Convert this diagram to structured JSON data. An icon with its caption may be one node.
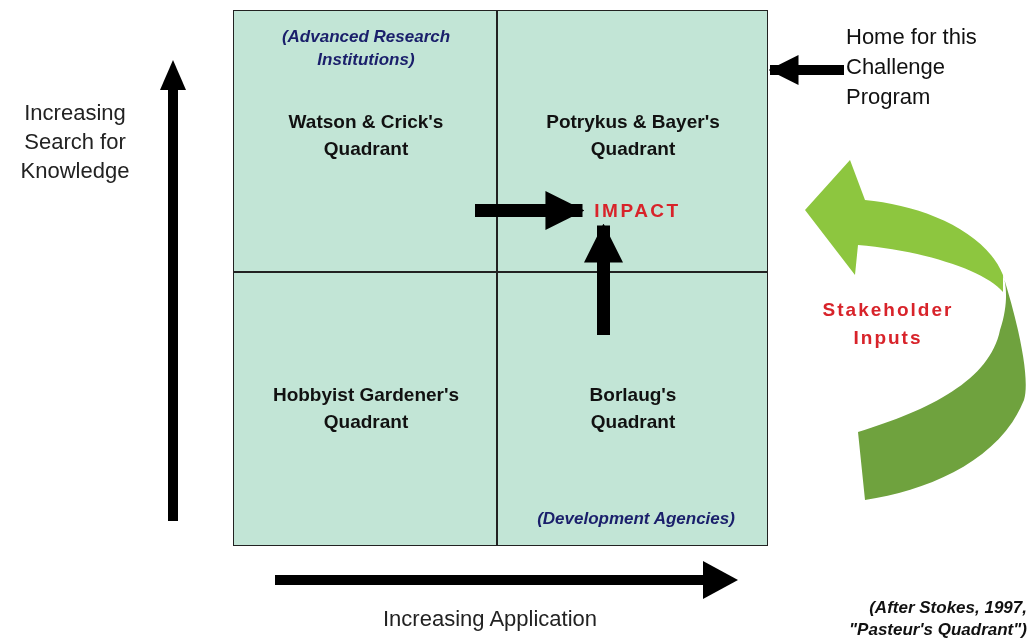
{
  "diagram": {
    "nodes": [
      {
        "text": [
          "(Advanced Research Institutions)",
          "Watson & Crick's Quadrant"
        ]
      },
      {
        "text": [
          "Potrykus & Bayer's Quadrant"
        ]
      },
      {
        "text": [
          "Hobbyist Gardener's Quadrant"
        ]
      },
      {
        "text": [
          "Borlaug's Quadrant",
          "(Development Agencies)"
        ]
      },
      {
        "text": [
          "IMPACT"
        ],
        "in": 1
      },
      {
        "text": [
          "Home for this Challenge Program"
        ]
      }
    ],
    "edges": [
      {
        "from": 0,
        "to": 4,
        "arrow": "to"
      },
      {
        "from": 3,
        "to": 4,
        "arrow": "to"
      },
      {
        "from": 5,
        "to": 1,
        "arrow": "to"
      }
    ],
    "labels": [
      "Increasing Search for Knowledge",
      "Stakeholder Inputs",
      "Increasing Application",
      "(After Stokes, 1997, \"Pasteur's Quadrant\")"
    ]
  }
}
